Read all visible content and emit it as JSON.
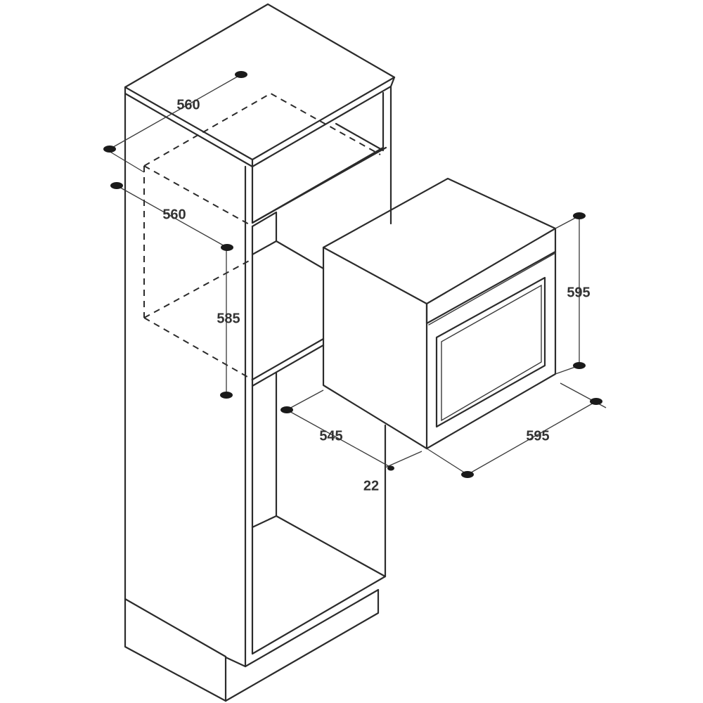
{
  "dimensions": {
    "niche_width": "560",
    "niche_depth": "560",
    "niche_height": "585",
    "oven_height": "595",
    "oven_width": "595",
    "oven_depth": "545",
    "front_panel_depth": "22"
  },
  "colors": {
    "line": "#2b2b2b",
    "label": "#333333",
    "background": "#ffffff"
  }
}
